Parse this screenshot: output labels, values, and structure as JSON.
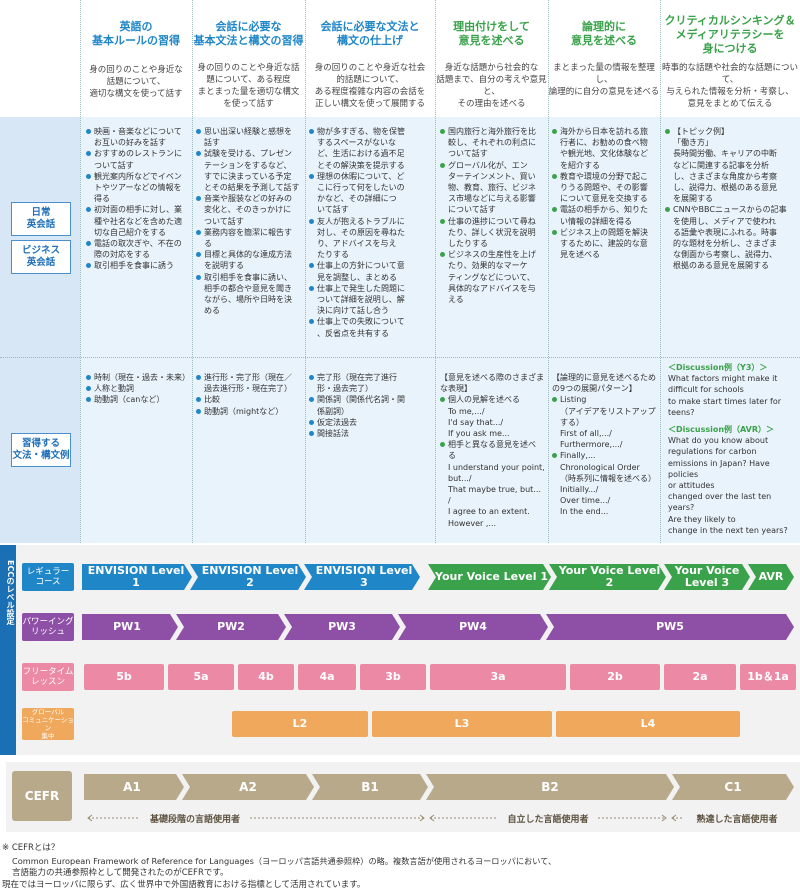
{
  "columns": [
    {
      "title": "英語の\n基本ルールの習得",
      "desc": "身の回りのことや身近な\n話題について、\n適切な構文を使って話す",
      "color": "blue"
    },
    {
      "title": "会話に必要な\n基本文法と構文の習得",
      "desc": "身の回りのことや身近な話\n題について、ある程度\nまとまった量を適切な構文\nを使って話す",
      "color": "blue"
    },
    {
      "title": "会話に必要な文法と\n構文の仕上げ",
      "desc": "身の回りのことや身近な社会\n的話題について、\nある程度複雑な内容の会話を\n正しい構文を使って展開する",
      "color": "blue"
    },
    {
      "title": "理由付けをして\n意見を述べる",
      "desc": "身近な話題から社会的な\n話題まで、自分の考えや意見と、\nその理由を述べる",
      "color": "green"
    },
    {
      "title": "論理的に\n意見を述べる",
      "desc": "まとまった量の情報を整理し、\n論理的に自分の意見を述べる",
      "color": "green"
    },
    {
      "title": "クリティカルシンキング＆\nメディアリテラシーを\n身につける",
      "desc": "時事的な話題や社会的な話題について、\n与えられた情報を分析・考察し、\n意見をまとめて伝える",
      "color": "green"
    }
  ],
  "rows": {
    "daily_label": "日常\n英会話",
    "business_label": "ビジネス\n英会話",
    "grammar_label": "習得する\n文法・構文例"
  },
  "conversation": [
    [
      "映画・音楽などについて\nお互いの好みを話す",
      "おすすめのレストランに\nついて話す",
      "観光案内所などでイベン\nトやツアーなどの情報を\n得る",
      "初対面の相手に対し、業\n種や社名などを含めた適\n切な自己紹介をする",
      "電話の取次ぎや、不在の\n際の対応をする",
      "取引相手を食事に誘う"
    ],
    [
      "思い出深い経験と感想を\n話す",
      "試験を受ける、プレゼン\nテーションをするなど、\nすでに決まっている予定\nとその結果を予測して話す",
      "音楽や服装などの好みの\n変化と、そのきっかけに\nついて話す",
      "業務内容を簡潔に報告す\nる",
      "目標と具体的な達成方法\nを説明する",
      "取引相手を食事に誘い、\n相手の都合や意見を聞き\nながら、場所や日時を決\nめる"
    ],
    [
      "物が多すぎる、物を保管\nするスペースがないな\nど、生活における過不足\nとその解決策を提示する",
      "理想の休暇について、ど\nこに行って何をしたいの\nかなど、その詳細につ\nいて話す",
      "友人が抱えるトラブルに\n対し、その原因を尋ねた\nり、アドバイスを与え\nたりする",
      "仕事上の方針について意\n見を調整し、まとめる",
      "仕事上で発生した問題に\nついて詳細を説明し、解\n決に向けて話し合う",
      "仕事上での失敗について\n、反省点を共有する"
    ],
    [
      "国内旅行と海外旅行を比\n較し、それぞれの利点に\nついて話す",
      "グローバル化が、エン\nターテインメント、買い\n物、教育、旅行、ビジネ\nス市場などに与える影響\nについて話す",
      "仕事の進捗について尋ね\nたり、詳しく状況を説明\nしたりする",
      "ビジネスの生産性を上げ\nたり、効果的なマーケ\nティングなどについて、\n具体的なアドバイスを与\nえる"
    ],
    [
      "海外から日本を訪れる旅\n行者に、お勧めの食べ物\nや観光地、文化体験など\nを紹介する",
      "教育や環境の分野で起こ\nりうる問題や、その影響\nについて意見を交換する",
      "電話の相手から、知りた\nい情報の詳細を得る",
      "ビジネス上の問題を解決\nするために、建設的な意\n見を述べる"
    ],
    [
      "【トピック例】\n「働き方」\n長時間労働、キャリアの中断\nなどに関連する記事を分析\nし、さまざまな角度から考察\nし、説得力、根拠のある意見\nを展開する",
      "CNNやBBCニュースからの記事\nを使用し、メディアで使われ\nる語彙や表現にふれる。時事\n的な題材を分析し、さまざま\nな側面から考察し、説得力、\n根拠のある意見を展開する"
    ]
  ],
  "grammar": [
    {
      "bullets": [
        "時制（現在・過去・未来）",
        "人称と動詞",
        "助動詞（canなど）"
      ]
    },
    {
      "bullets": [
        "進行形・完了形（現在／\n過去進行形・現在完了）",
        "比較",
        "助動詞（mightなど）"
      ]
    },
    {
      "bullets": [
        "完了形（現在完了進行\n形・過去完了）",
        "関係詞（関係代名詞・関\n係副詞）",
        "仮定法過去",
        "間接話法"
      ]
    },
    {
      "head": "【意見を述べる際のさまざま\nな表現】",
      "bullets": [
        "個人の見解を述べる\nTo me,.../\nI'd say that.../\nIf you ask me...",
        "相手と異なる意見を述べ\nる\nI understand your point,\nbut.../\nThat maybe true, but... /\nI agree to an extent.\nHowever ,..."
      ]
    },
    {
      "head": "【論理的に意見を述べるため\nの9つの展開パターン】",
      "bullets": [
        "Listing\n（アイデアをリストアップ\nする）\nFirst of all,.../\nFurthermore,.../",
        "Finally,...\nChronological Order\n（時系列に情報を述べる）\nInitially.../\nOver time.../\nIn the end..."
      ]
    },
    {
      "disc1": "＜Discussion例（Y3）＞",
      "q1": "What factors might make it\ndifficult for schools\nto make start times later for\nteens?",
      "disc2": "＜Discussion例（AVR）＞",
      "q2": "What do you know about\nregulations for carbon\nemissions in Japan? Have policies\nor attitudes\nchanged over the last ten years?\nAre they likely to\nchange in the next ten years?"
    }
  ],
  "ecc_label": "ECCのレベル設定",
  "regular": {
    "label": "レギュラー\nコース",
    "levels": [
      "ENVISION Level 1",
      "ENVISION Level 2",
      "ENVISION Level 3",
      "Your Voice Level 1",
      "Your Voice Level 2",
      "Your Voice\nLevel 3",
      "AVR"
    ]
  },
  "power": {
    "label": "パワーイング\nリッシュ",
    "levels": [
      "PW1",
      "PW2",
      "PW3",
      "PW4",
      "PW5"
    ]
  },
  "freetime": {
    "label": "フリータイム\nレッスン",
    "levels": [
      "5b",
      "5a",
      "4b",
      "4a",
      "3b",
      "3a",
      "2b",
      "2a",
      "1b＆1a"
    ]
  },
  "global": {
    "label": "グローバル\nコミュニケーション\n集中",
    "levels": [
      "L2",
      "L3",
      "L4"
    ]
  },
  "cefr": {
    "label": "CEFR",
    "levels": [
      "A1",
      "A2",
      "B1",
      "B2",
      "C1"
    ],
    "users": [
      "基礎段階の言語使用者",
      "自立した言語使用者",
      "熟達した言語使用者"
    ]
  },
  "footnote": {
    "q": "※ CEFRとは？",
    "l1": "Common European Framework of Reference for Languages（ヨーロッパ言語共通参照枠）の略。複数言語が使用されるヨーロッパにおいて、",
    "l2": "言語能力の共通参照枠として開発されたのがCEFRです。",
    "l3": "現在ではヨーロッパに限らず、広く世界中で外国語教育における指標として活用されています。"
  },
  "colors": {
    "blue": "#1f86c8",
    "green": "#3aa24a",
    "purple": "#8e4fa6",
    "pink": "#ec8aa6",
    "orange": "#f0a95c",
    "cefr": "#b9a98b",
    "band": "#e8f2fb"
  }
}
